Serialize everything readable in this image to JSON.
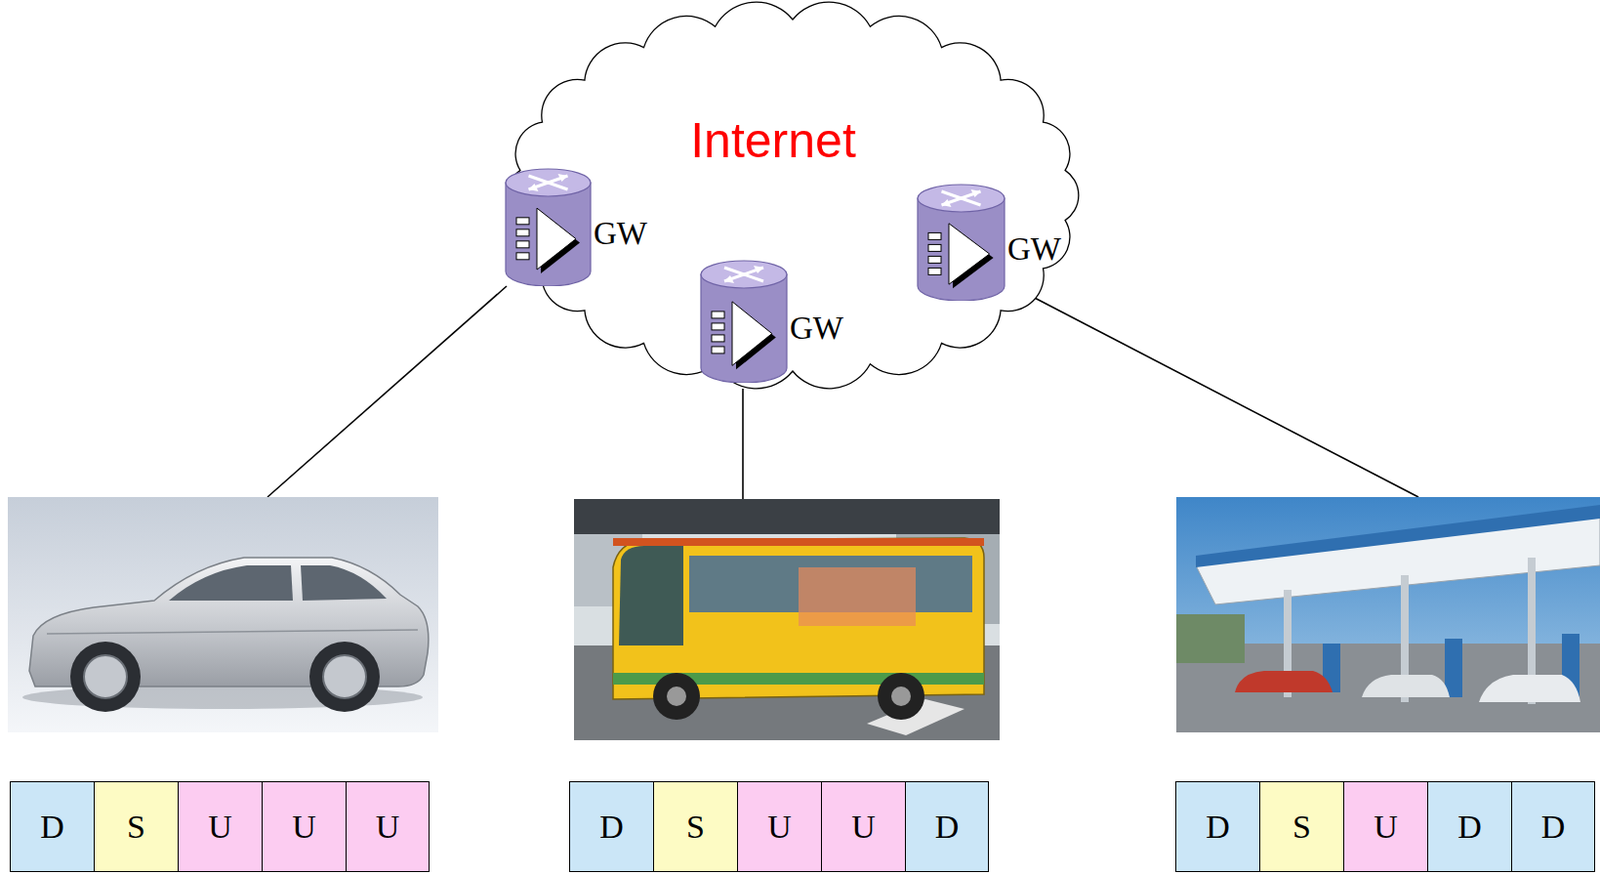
{
  "diagram": {
    "nodes": [
      {
        "text": [
          "Internet"
        ]
      },
      {
        "text": [
          "GW"
        ],
        "in": 0
      },
      {
        "text": [
          "GW"
        ],
        "in": 0
      },
      {
        "text": [
          "GW"
        ],
        "in": 0
      },
      {
        "text": [
          "D"
        ]
      },
      {
        "text": [
          "S"
        ]
      },
      {
        "text": [
          "U"
        ]
      },
      {
        "text": [
          "U"
        ]
      },
      {
        "text": [
          "U"
        ]
      },
      {
        "text": [
          "D"
        ]
      },
      {
        "text": [
          "S"
        ]
      },
      {
        "text": [
          "U"
        ]
      },
      {
        "text": [
          "U"
        ]
      },
      {
        "text": [
          "D"
        ]
      },
      {
        "text": [
          "D"
        ]
      },
      {
        "text": [
          "S"
        ]
      },
      {
        "text": [
          "U"
        ]
      },
      {
        "text": [
          "D"
        ]
      },
      {
        "text": [
          "D"
        ]
      }
    ]
  }
}
